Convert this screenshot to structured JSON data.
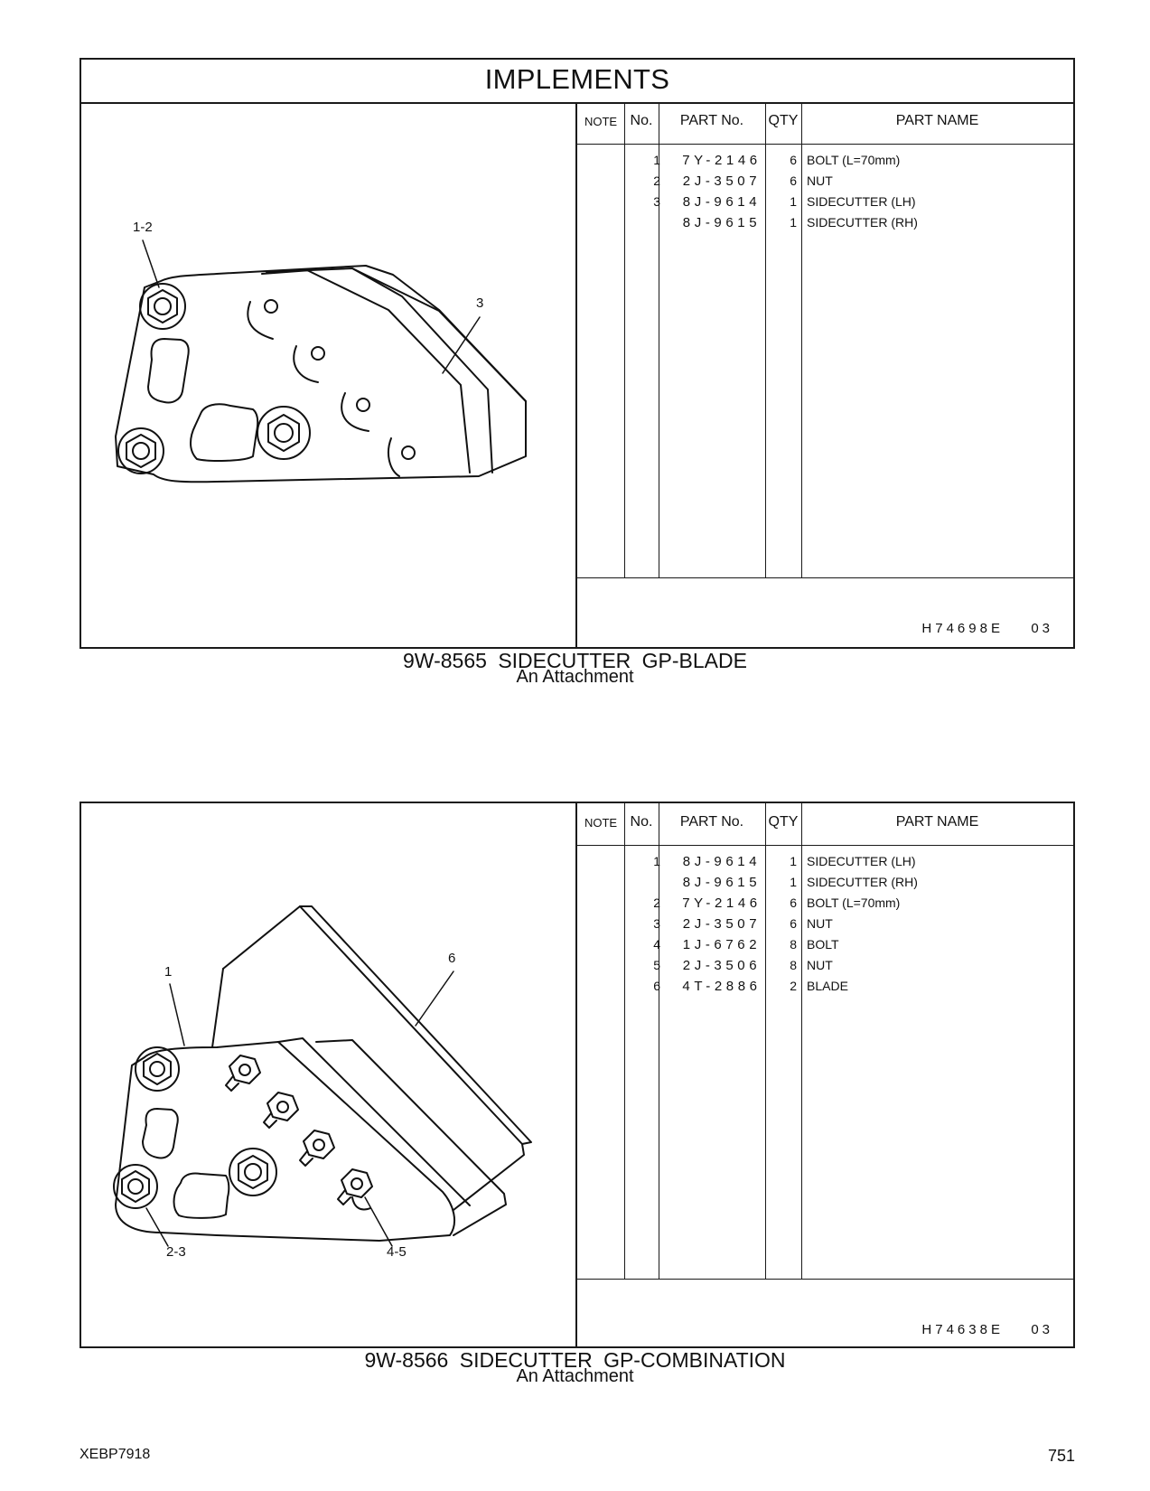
{
  "section_title": "IMPLEMENTS",
  "table_headers": {
    "note": "NOTE",
    "no": "No.",
    "part_no": "PART No.",
    "qty": "QTY",
    "part_name": "PART NAME"
  },
  "groups": [
    {
      "figure_labels": [
        "1-2",
        "3"
      ],
      "rows": [
        {
          "no": "1",
          "part_no": "7Y-2146",
          "qty": "6",
          "name": "BOLT (L=70mm)"
        },
        {
          "no": "2",
          "part_no": "2J-3507",
          "qty": "6",
          "name": "NUT"
        },
        {
          "no": "3",
          "part_no": "8J-9614",
          "qty": "1",
          "name": "SIDECUTTER (LH)"
        },
        {
          "no": "",
          "part_no": "8J-9615",
          "qty": "1",
          "name": "SIDECUTTER (RH)"
        }
      ],
      "code": "H74698E",
      "revision": "03",
      "title": "9W-8565  SIDECUTTER  GP-BLADE",
      "subtitle": "An Attachment"
    },
    {
      "figure_labels": [
        "1",
        "6",
        "2-3",
        "4-5"
      ],
      "rows": [
        {
          "no": "1",
          "part_no": "8J-9614",
          "qty": "1",
          "name": "SIDECUTTER (LH)"
        },
        {
          "no": "",
          "part_no": "8J-9615",
          "qty": "1",
          "name": "SIDECUTTER (RH)"
        },
        {
          "no": "2",
          "part_no": "7Y-2146",
          "qty": "6",
          "name": "BOLT (L=70mm)"
        },
        {
          "no": "3",
          "part_no": "2J-3507",
          "qty": "6",
          "name": "NUT"
        },
        {
          "no": "4",
          "part_no": "1J-6762",
          "qty": "8",
          "name": "BOLT"
        },
        {
          "no": "5",
          "part_no": "2J-3506",
          "qty": "8",
          "name": "NUT"
        },
        {
          "no": "6",
          "part_no": "4T-2886",
          "qty": "2",
          "name": "BLADE"
        }
      ],
      "code": "H74638E",
      "revision": "03",
      "title": "9W-8566  SIDECUTTER  GP-COMBINATION",
      "subtitle": "An Attachment"
    }
  ],
  "footer": {
    "doc_id": "XEBP7918",
    "page_number": "751"
  }
}
